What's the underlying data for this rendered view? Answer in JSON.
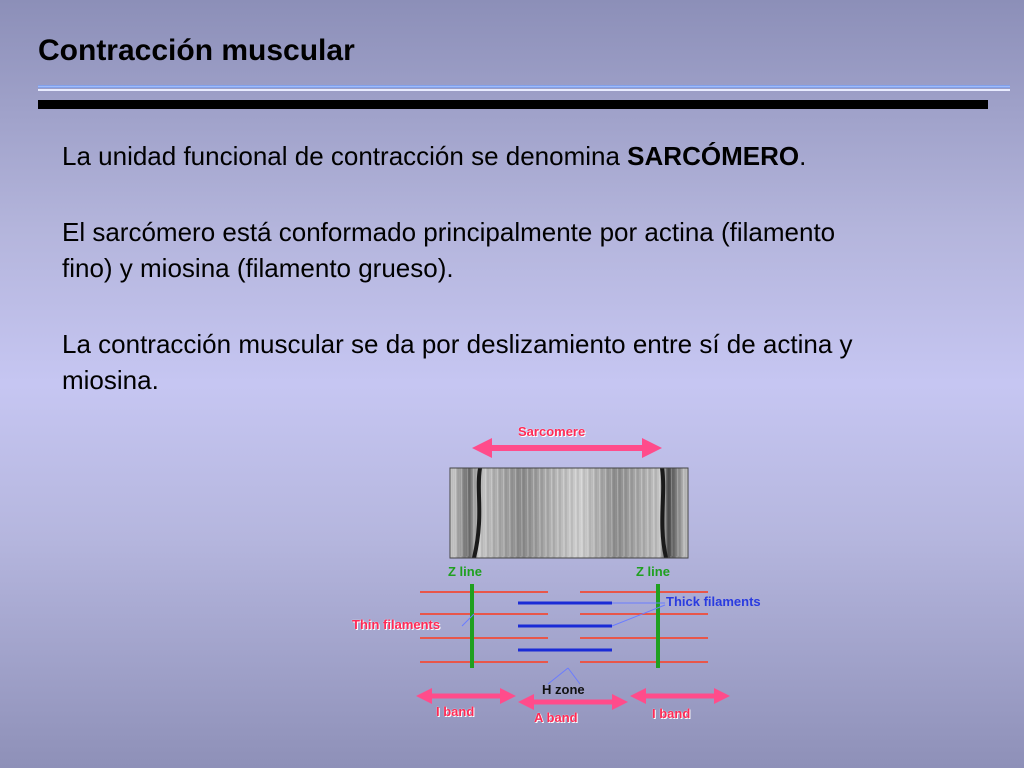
{
  "slide": {
    "title": "Contracción muscular",
    "paragraph1": {
      "text": "La unidad funcional de contracción se denomina ",
      "bold": "SARCÓMERO",
      "end": "."
    },
    "paragraph2": "El sarcómero está conformado principalmente por actina (filamento fino) y miosina (filamento grueso).",
    "paragraph3": "La contracción muscular se da por deslizamiento entre sí de actina y miosina."
  },
  "figure": {
    "labels": {
      "sarcomere": "Sarcomere",
      "z_line_left": "Z line",
      "z_line_right": "Z line",
      "thick_filaments": "Thick filaments",
      "thin_filaments": "Thin filaments",
      "h_zone": "H zone",
      "i_band_left": "I band",
      "a_band": "A band",
      "i_band_right": "I band"
    },
    "colors": {
      "label_red": "#ff2a55",
      "z_line_green": "#1fa01f",
      "thick_blue": "#1a2bd6",
      "thin_red": "#e8564a",
      "arrow_pink": "#ff4c8b"
    }
  }
}
